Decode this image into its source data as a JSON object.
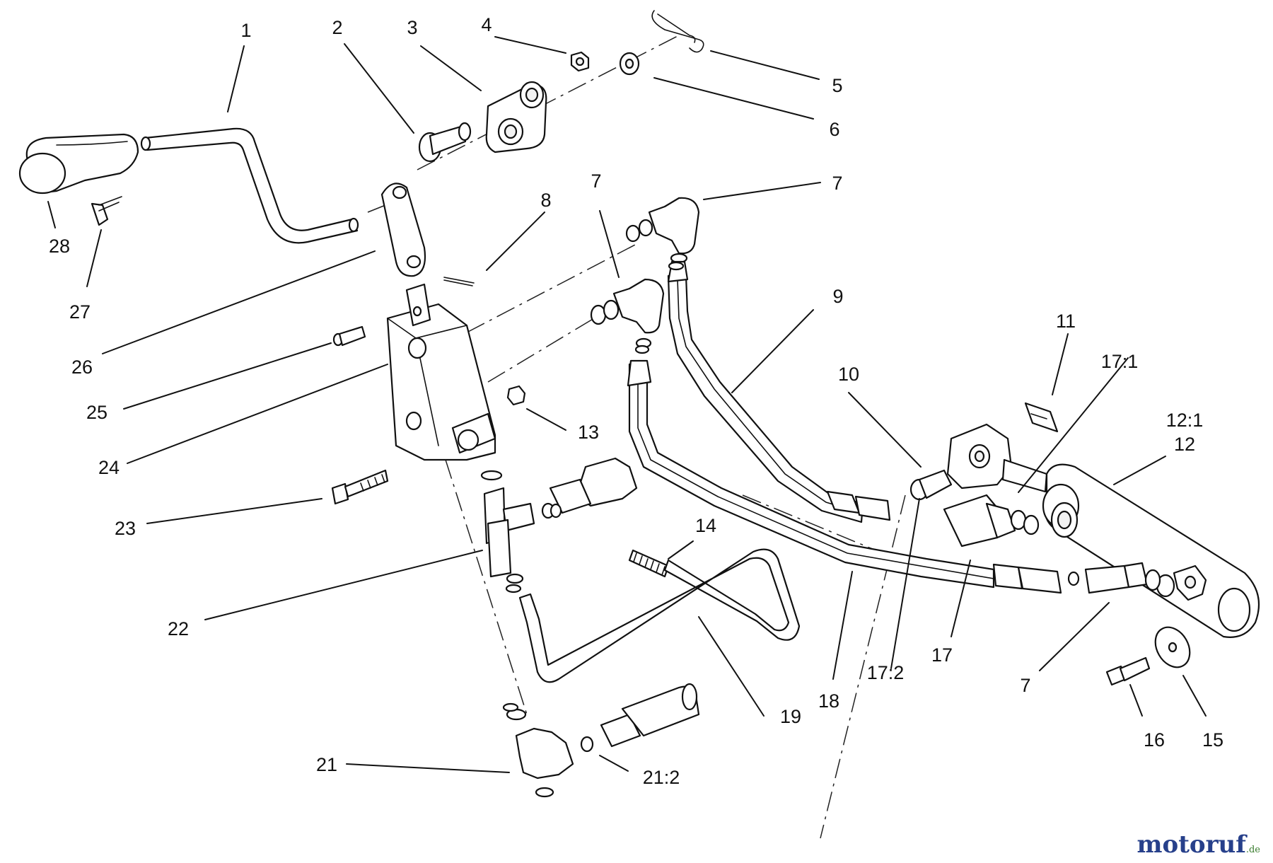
{
  "callouts": {
    "c1": "1",
    "c2": "2",
    "c3": "3",
    "c4": "4",
    "c5": "5",
    "c6": "6",
    "c7a": "7",
    "c7b": "7",
    "c7c": "7",
    "c8": "8",
    "c9": "9",
    "c10": "10",
    "c11": "11",
    "c12": "12",
    "c12_1": "12:1",
    "c13": "13",
    "c14": "14",
    "c15": "15",
    "c16": "16",
    "c17": "17",
    "c17_1": "17:1",
    "c17_2": "17:2",
    "c18": "18",
    "c19": "19",
    "c21": "21",
    "c21_2": "21:2",
    "c22": "22",
    "c23": "23",
    "c24": "24",
    "c25": "25",
    "c26": "26",
    "c27": "27",
    "c28": "28"
  },
  "watermark": {
    "brand_prefix": "motoruf",
    "brand_suffix": ".de",
    "accent_blue": "#27408b",
    "accent_red": "#c0392b"
  }
}
